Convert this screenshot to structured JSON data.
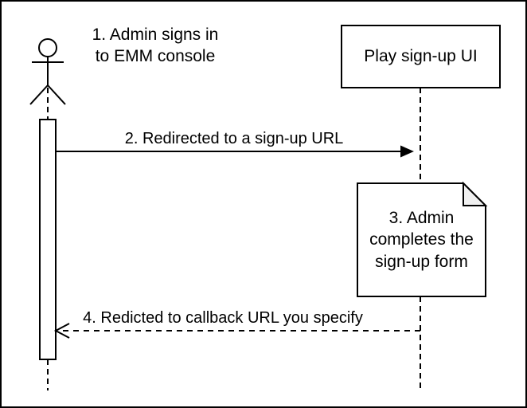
{
  "colors": {
    "background": "#ffffff",
    "stroke": "#000000",
    "text": "#000000",
    "shape_fill": "#ffffff",
    "note_fold_fill": "#f0f0f0"
  },
  "icons": {
    "actor": "stick-figure-actor",
    "step2_arrowhead": "filled-right-arrowhead",
    "step4_arrowhead": "open-left-arrowhead",
    "note_corner": "folded-page-corner"
  },
  "participants": {
    "play_signup_ui": {
      "label": "Play sign-up UI"
    }
  },
  "messages": {
    "step1": {
      "line1": "1. Admin signs in",
      "line2": "to EMM console"
    },
    "step2": {
      "label": "2. Redirected to a sign-up URL",
      "line_style": "solid",
      "direction": "left-to-right"
    },
    "step4": {
      "label": "4. Redicted to callback URL you specify",
      "line_style": "dashed",
      "direction": "right-to-left"
    }
  },
  "note": {
    "line1": "3. Admin",
    "line2": "completes the",
    "line3": "sign-up form"
  }
}
